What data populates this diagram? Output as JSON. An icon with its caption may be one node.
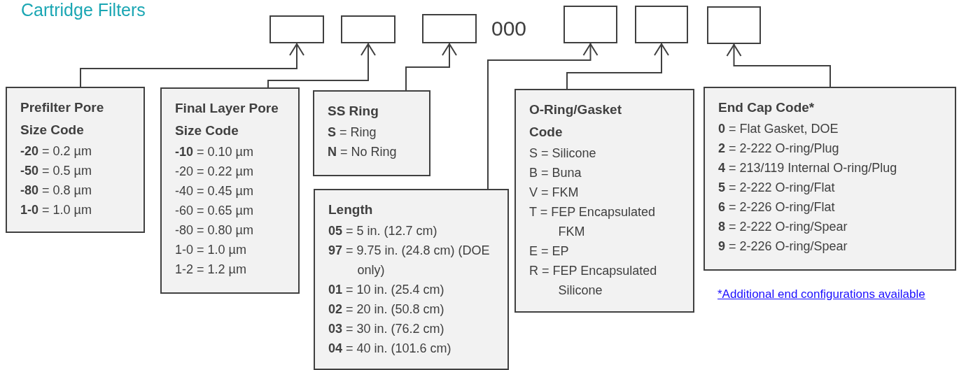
{
  "diagram": {
    "title": "Cartridge Filters",
    "nodes": [
      {
        "text": [],
        "shape": "box"
      },
      {
        "text": [],
        "shape": "box"
      },
      {
        "text": [],
        "shape": "box"
      },
      {
        "text": [],
        "shape": "box"
      },
      {
        "text": [],
        "shape": "box"
      },
      {
        "text": [],
        "shape": "box"
      },
      {
        "text": [
          "Prefilter Pore Size Code",
          "**-20** = 0.2 µm",
          "**-50** = 0.5 µm",
          "**-80** = 0.8 µm",
          "**1-0** = 1.0 µm"
        ]
      },
      {
        "text": [
          "Final Layer Pore Size Code",
          "**-10** = 0.10 µm",
          "-20 = 0.22 µm",
          "-40 = 0.45 µm",
          "-60 = 0.65 µm",
          "-80 = 0.80 µm",
          "1-0 = 1.0 µm",
          "1-2 = 1.2 µm"
        ]
      },
      {
        "text": [
          "SS Ring",
          "**S** = Ring",
          "**N** = No Ring"
        ]
      },
      {
        "text": [
          "Length",
          "**05** = 5 in. (12.7 cm)",
          "**97** = 9.75 in. (24.8 cm) (DOE only)",
          "**01** = 10 in. (25.4 cm)",
          "**02** = 20 in. (50.8 cm)",
          "**03** = 30 in. (76.2 cm)",
          "**04** = 40 in. (101.6 cm)"
        ]
      },
      {
        "text": [
          "O-Ring/Gasket Code",
          "S = Silicone",
          "B = Buna",
          "V = FKM",
          "T = FEP Encapsulated FKM",
          "E = EP",
          "R = FEP Encapsulated Silicone"
        ]
      },
      {
        "text": [
          "End Cap Code*",
          "**0** = Flat Gasket, DOE",
          "**2** = 2-222 O-ring/Plug",
          "**4** = 213/119 Internal O-ring/Plug",
          "**5** = 2-222 O-ring/Flat",
          "**6** = 2-226 O-ring/Flat",
          "**8** = 2-222 O-ring/Spear",
          "**9** = 2-226 O-ring/Spear"
        ]
      }
    ],
    "edges": [
      {
        "from": 6,
        "to": 0,
        "arrow": "to"
      },
      {
        "from": 7,
        "to": 1,
        "arrow": "to"
      },
      {
        "from": 8,
        "to": 2,
        "arrow": "to"
      },
      {
        "from": 9,
        "to": 3,
        "arrow": "to"
      },
      {
        "from": 10,
        "to": 4,
        "arrow": "to"
      },
      {
        "from": 11,
        "to": 5,
        "arrow": "to"
      }
    ],
    "labels": [
      "000",
      "*Additional end configurations available"
    ]
  }
}
